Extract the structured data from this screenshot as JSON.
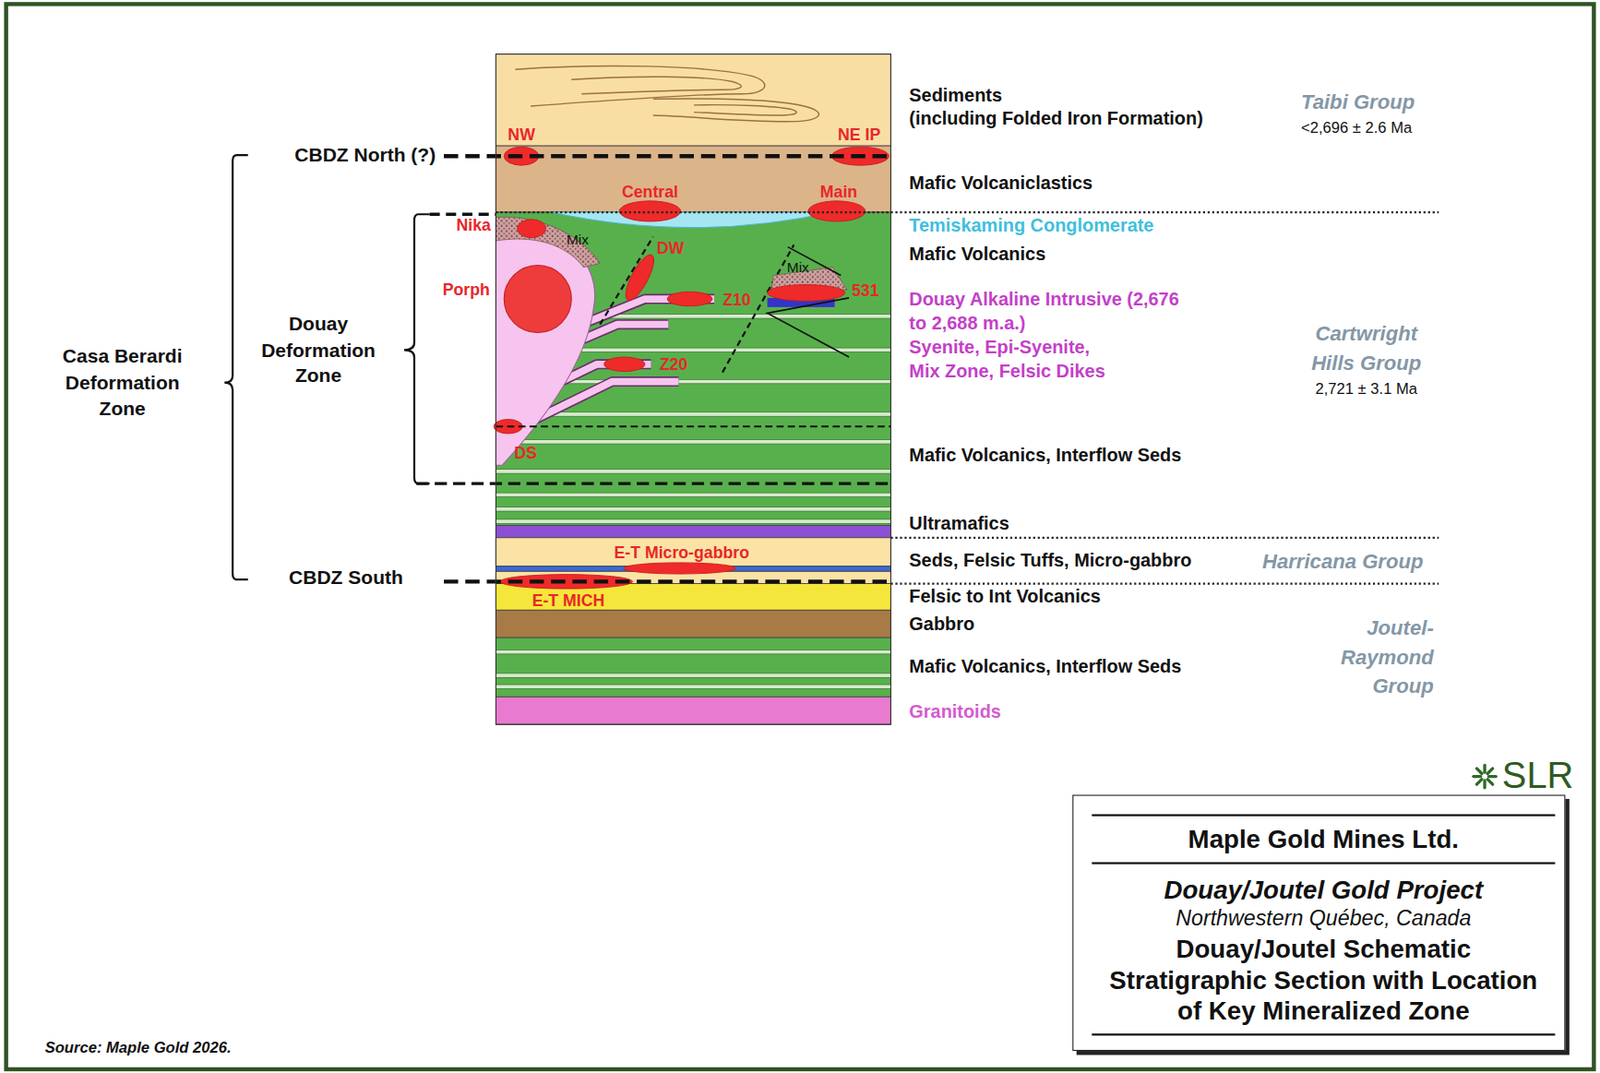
{
  "diagram": {
    "nodes": [
      {
        "text": [
          "Maple Gold Mines Ltd.",
          "Douay/Joutel Gold Project",
          "Northwestern Québec, Canada",
          "Douay/Joutel Schematic Stratigraphic Section with Location of Key Mineralized Zone"
        ]
      }
    ],
    "labels": [
      "Sediments",
      "(including Folded Iron Formation)",
      "Taibi Group",
      "<2,696 ± 2.6 Ma",
      "CBDZ North (?)",
      "NW",
      "NE IP",
      "Mafic Volcaniclastics",
      "Central",
      "Main",
      "Temiskaming Conglomerate",
      "Nika",
      "Mix",
      "DW",
      "Mix",
      "Mafic Volcanics",
      "Porph",
      "Z10",
      "531",
      "Douay Alkaline Intrusive (2,676 to 2,688 m.a.)",
      "Syenite, Epi-Syenite, Mix Zone, Felsic Dikes",
      "Cartwright Hills Group",
      "2,721 ± 3.1 Ma",
      "Z20",
      "Casa Berardi Deformation Zone",
      "Douay Deformation Zone",
      "DS",
      "Mafic Volcanics, Interflow Seds",
      "Ultramafics",
      "E-T Micro-gabbro",
      "Seds, Felsic Tuffs, Micro-gabbro",
      "Harricana Group",
      "CBDZ South",
      "E-T MICH",
      "Felsic to Int Volcanics",
      "Gabbro",
      "Joutel-Raymond Group",
      "Mafic Volcanics, Interflow Seds",
      "Granitoids",
      "SLR",
      "Source: Maple Gold 2026."
    ]
  }
}
